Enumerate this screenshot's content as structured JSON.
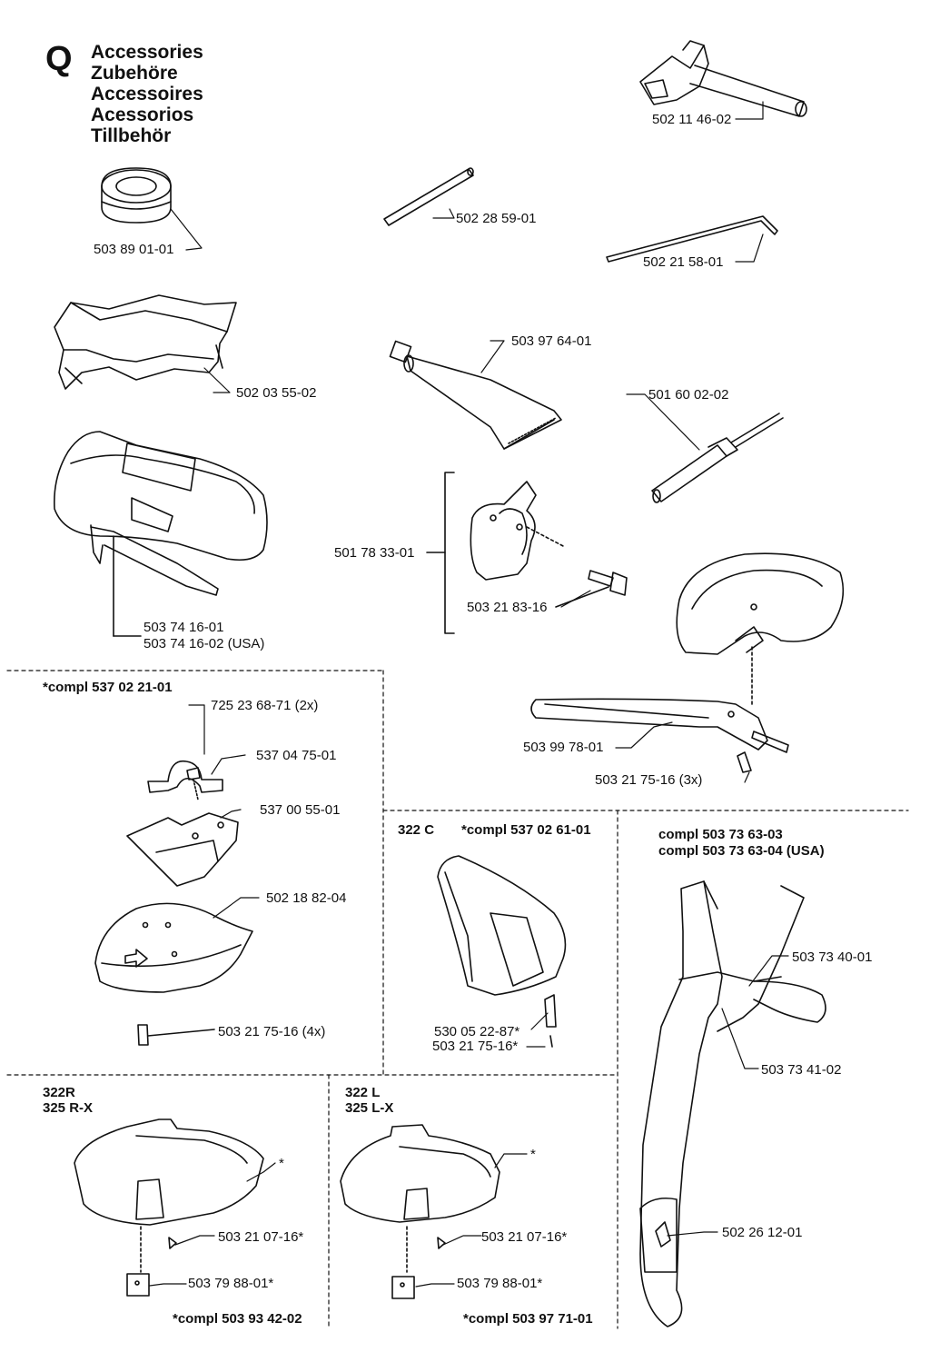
{
  "header": {
    "letter": "Q",
    "titles": [
      "Accessories",
      "Zubehöre",
      "Accessoires",
      "Acessorios",
      "Tillbehör"
    ]
  },
  "parts": {
    "p1": "502 11 46-02",
    "p2": "502 28 59-01",
    "p3": "503 89 01-01",
    "p4": "502 21 58-01",
    "p5": "503 97 64-01",
    "p6": "502 03 55-02",
    "p7": "501 60 02-02",
    "p8": "501 78 33-01",
    "p9": "503 21 83-16",
    "p10": "503 74 16-01",
    "p11": "503 74 16-02 (USA)",
    "p12": "503 99 78-01",
    "p13": "503 21 75-16 (3x)",
    "p14": "725 23 68-71 (2x)",
    "p15": "537 04 75-01",
    "p16": "537 00 55-01",
    "p17": "502 18 82-04",
    "p18": "503 21 75-16 (4x)",
    "p19": "530 05 22-87*",
    "p20": "503 21 75-16*",
    "p21": "503 73 40-01",
    "p22": "503 73 41-02",
    "p23": "502 26 12-01",
    "p24": "*",
    "p25": "503 21 07-16*",
    "p26": "503 79 88-01*",
    "p27": "*",
    "p28": "503 21 07-16*",
    "p29": "503 79 88-01*"
  },
  "sections": {
    "s1": "*compl 537 02 21-01",
    "s2_model": "322 C",
    "s2_kit": "*compl 537 02 61-01",
    "s3_line1": "compl 503 73 63-03",
    "s3_line2": "compl 503 73 63-04 (USA)",
    "s4_line1": "322R",
    "s4_line2": "325 R-X",
    "s4_kit": "*compl 503 93 42-02",
    "s5_line1": "322 L",
    "s5_line2": "325 L-X",
    "s5_kit": "*compl 503 97 71-01"
  }
}
